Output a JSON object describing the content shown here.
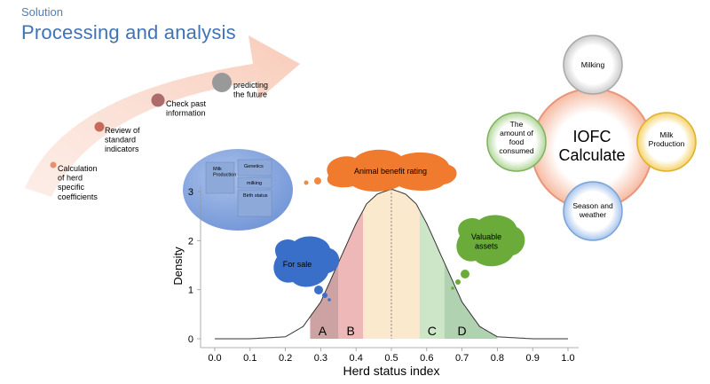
{
  "header": {
    "kicker": "Solution",
    "title": "Processing and analysis"
  },
  "process_steps": [
    {
      "label": "Calculation\nof herd\nspecific\ncoefficients"
    },
    {
      "label": "Review of\nstandard\nindicators"
    },
    {
      "label": "Check past\ninformation"
    },
    {
      "label": "predicting\nthe future"
    }
  ],
  "iofc": {
    "center": "IOFC\nCalculate",
    "factors": [
      "Milking",
      "The\namount of\nfood\nconsumed",
      "Milk\nProduction",
      "Season and\nweather"
    ]
  },
  "callouts": {
    "rating": "Animal benefit rating",
    "for_sale": "For sale",
    "valuable": "Valuable\nassets"
  },
  "inset": {
    "items": [
      "Milk\nProduction",
      "Genetics",
      "milking",
      "Birth status"
    ]
  },
  "chart_data": {
    "type": "area",
    "xlabel": "Herd status index",
    "ylabel": "Density",
    "xlim": [
      0.0,
      1.0
    ],
    "ylim": [
      0,
      3
    ],
    "xticks": [
      0.0,
      0.1,
      0.2,
      0.3,
      0.4,
      0.5,
      0.6,
      0.7,
      0.8,
      0.9,
      1.0
    ],
    "yticks": [
      0,
      1,
      2,
      3
    ],
    "mean_line_x": 0.5,
    "zones": [
      {
        "label": "A",
        "from": 0.27,
        "to": 0.35,
        "color": "#b77a7a"
      },
      {
        "label": "B",
        "from": 0.35,
        "to": 0.42,
        "color": "#e79a9a"
      },
      {
        "label": "",
        "from": 0.42,
        "to": 0.58,
        "color": "#f8e0b8"
      },
      {
        "label": "C",
        "from": 0.58,
        "to": 0.65,
        "color": "#b8dcb0"
      },
      {
        "label": "D",
        "from": 0.65,
        "to": 0.8,
        "color": "#8fbf8f"
      }
    ],
    "curve": {
      "x": [
        0.0,
        0.1,
        0.2,
        0.25,
        0.3,
        0.35,
        0.4,
        0.43,
        0.46,
        0.5,
        0.54,
        0.57,
        0.6,
        0.65,
        0.7,
        0.75,
        0.8,
        0.9,
        1.0
      ],
      "y": [
        0.0,
        0.0,
        0.04,
        0.25,
        0.75,
        1.55,
        2.35,
        2.75,
        2.95,
        3.05,
        2.95,
        2.75,
        2.35,
        1.55,
        0.75,
        0.25,
        0.04,
        0.0,
        0.0
      ]
    }
  }
}
